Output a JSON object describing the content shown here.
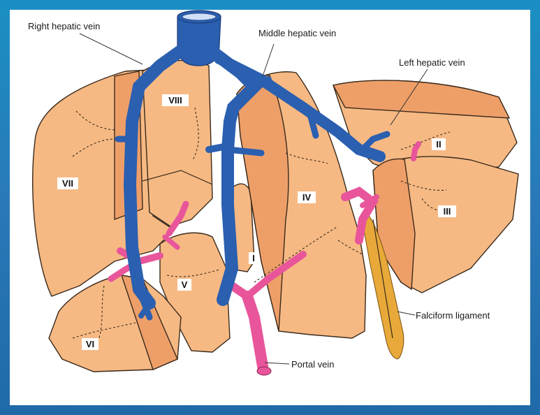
{
  "labels": {
    "right_hepatic_vein": "Right hepatic vein",
    "middle_hepatic_vein": "Middle hepatic vein",
    "left_hepatic_vein": "Left hepatic vein",
    "falciform_ligament": "Falciform ligament",
    "portal_vein": "Portal vein"
  },
  "segments": {
    "s1": "I",
    "s2": "II",
    "s3": "III",
    "s4": "IV",
    "s5": "V",
    "s6": "VI",
    "s7": "VII",
    "s8": "VIII"
  },
  "colors": {
    "background": "#1f7fbd",
    "liver": "#f6b983",
    "hepatic_vein": "#2b5fb0",
    "portal_vein": "#e8559b",
    "ligament": "#e8a93a"
  }
}
